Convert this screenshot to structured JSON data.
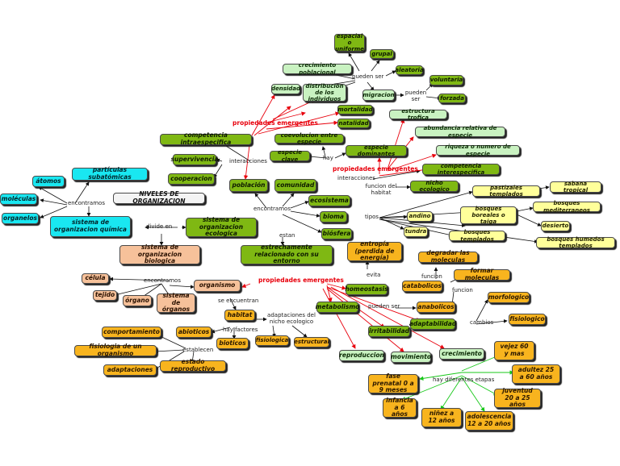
{
  "title": "NIVELES DE ORGANIZACION",
  "nodes": {
    "espacial": "espacial o uniforme",
    "grupal": "grupal",
    "aleatoria": "aleatoria",
    "voluntaria": "voluntaria",
    "forzada": "forzada",
    "crecimiento_pob": "crecimiento poblacional",
    "densidad": "densidad",
    "distribucion": "distribucion de los individuos",
    "migracion": "migracion",
    "mortalidad": "mortalidad",
    "natalidad": "natalidad",
    "estructura_trofica": "estructura trofica",
    "abundancia": "abundancia relativa de especie",
    "riqueza": "riqueza o numero de especie",
    "competencia_intra": "competencia intraespecifica",
    "supervivencia": "supervivencia",
    "cooperacion": "cooperacion",
    "coevolucion": "coevolucion entre especie",
    "especie_clave": "especie clave",
    "especie_dominantes": "especie dominantes",
    "competencia_inter": "competencia interespecifica",
    "nicho": "nicho ecologico",
    "poblacion": "población",
    "comunidad": "comunidad",
    "ecosistema": "ecosistema",
    "bioma": "bioma",
    "biosfera": "biósfera",
    "pastizales": "pastizales templados",
    "sabana": "sabana tropical",
    "bosques_boreales": "bosques boreales o taiga",
    "bosques_medit": "bosques mediterraneos",
    "andino": "andino",
    "desierto": "desierto",
    "tundra": "tundra",
    "bosques_templados": "bosques templados",
    "bosques_humedos": "bosques humedos templados",
    "atomos": "átomos",
    "particulas": "partículas subatómicas",
    "moleculas": "moléculas",
    "organelos": "organelos",
    "sist_quimica": "sistema de organizacion química",
    "sist_ecologica": "sistema de organizacion ecologica",
    "sist_biologica": "sistema de organizacion biologica",
    "estrechamente": "estrechamente relacionado con su entorno",
    "entropia": "entropía (perdida de energía)",
    "degradar": "degradar las moleculas",
    "formar": "formar moleculas",
    "catabolicos": "catabolicos",
    "anabolicos": "anabolicos",
    "homeostasis": "homeostasis",
    "metabolismo": "metabolismo",
    "irritabilidad": "irritabilidad",
    "adaptabilidad": "adaptabilidad",
    "morfologico": "morfologico",
    "fisiologico": "fisiologico",
    "reproduccion": "reproduccion",
    "movimiento": "movimiento",
    "crecimiento": "crecimiento",
    "celula": "célula",
    "tejido": "tejido",
    "organo": "órgano",
    "sist_organos": "sistema de órganos",
    "organismo": "organismo",
    "habitat": "habitat",
    "fisiologica": "fisiologica",
    "estructural": "estructural",
    "comportamiento": "comportamiento",
    "abioticos": "abioticos",
    "bioticos": "bioticos",
    "fisiologia_org": "fisiologia de un organismo",
    "adaptaciones": "adaptaciones",
    "estado_reproductivo": "estado reproductivo",
    "fase_prenatal": "fase prenatal 0 a 9 meses",
    "infancia": "infancia a 6 años",
    "ninez": "niñez a 12 años",
    "adolescencia": "adolescencia 12 a 20 años",
    "juventud": "juventud 20 a 25 años",
    "adultez": "adultez 25 a 60 años",
    "vejez": "vejez 60 y mas"
  },
  "labels": {
    "pueden_ser_1": "pueden ser",
    "pueden_ser_2": "pueden ser",
    "pueden_ser_3": "pueden ser",
    "prop_emerg_1": "propiedades emergentes",
    "prop_emerg_2": "propiedades emergentes",
    "prop_emerg_3": "propiedades emergentes",
    "interacciones_1": "interacciones",
    "interacciones_2": "interacciones",
    "hay": "hay",
    "funcion_habitat": "funcion del habitat",
    "encontramos_1": "encontramos",
    "encontramos_2": "encontramos",
    "encontramos_3": "encontramos",
    "tipos": "tipos",
    "divide_en": "divide en",
    "estan": "estan",
    "evita": "evita",
    "funcion_1": "funcion",
    "funcion_2": "funcion",
    "se_encuentran": "se encuentran",
    "adaptaciones_nicho": "adaptaciones del nicho ecologico",
    "hay_factores": "hay factores",
    "establecen": "establecen",
    "cambios": "cambios",
    "hay_diferentes_etapas": "hay diferentes etapas"
  }
}
